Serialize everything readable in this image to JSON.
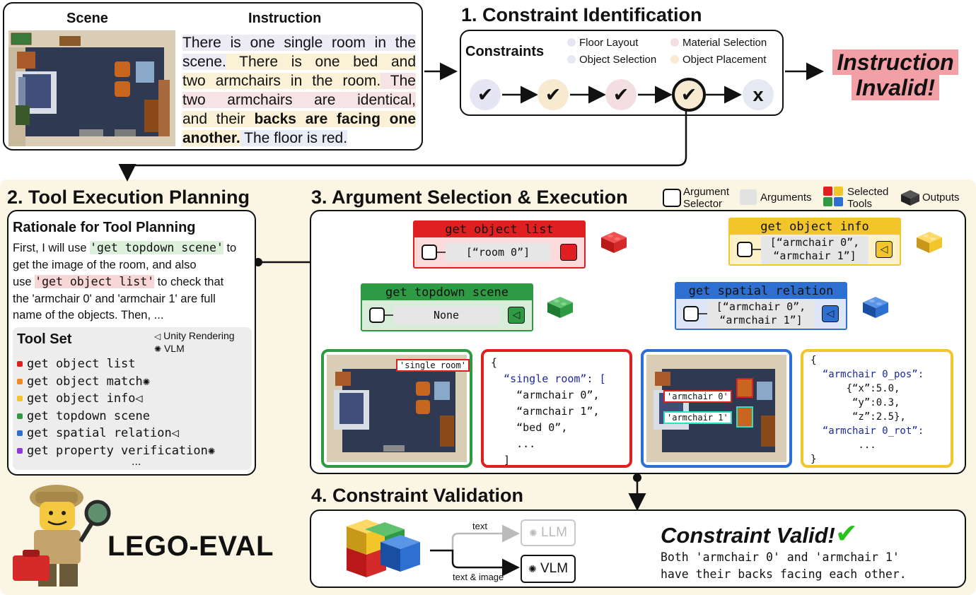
{
  "top": {
    "scene_label": "Scene",
    "instruction_label": "Instruction",
    "instruction_lines": [
      {
        "text": "There is one single room in the",
        "hl": "purple"
      },
      {
        "pre": "scene.",
        "text": " There is one bed and",
        "hl": "yellow",
        "pre_hl": "purple"
      },
      {
        "text": "two armchairs in the room.",
        "post": " The",
        "hl": "yellow",
        "post_hl": "pink"
      },
      {
        "text": "two armchairs are identical,",
        "hl": "pink"
      },
      {
        "text": "and their ",
        "bold": "backs are facing one",
        "hl": "yellow"
      },
      {
        "bold": "another.",
        "text": " The floor is red.",
        "hl": "yellow",
        "text_hl": "blue"
      }
    ]
  },
  "section1": {
    "title": "1. Constraint Identification",
    "constraints_label": "Constraints",
    "legend": [
      "Floor Layout",
      "Material Selection",
      "Object Selection",
      "Object Placement"
    ],
    "checks": [
      "✔",
      "✔",
      "✔",
      "✔",
      "x"
    ],
    "result_line1": "Instruction",
    "result_line2": "Invalid!"
  },
  "section2": {
    "title": "2. Tool Execution Planning",
    "rationale_title": "Rationale for Tool Planning",
    "rationale_lines": [
      {
        "a": "First, I will use ",
        "code": "'get topdown scene'",
        "b": " to"
      },
      {
        "a": "get the image of the room, and also"
      },
      {
        "a": "use ",
        "code": "'get object list'",
        "b": " to check that"
      },
      {
        "a": "the 'armchair 0' and 'armchair 1' are full"
      },
      {
        "a": "name of the objects. Then, ..."
      }
    ],
    "toolset_title": "Tool Set",
    "unity_label": "Unity Rendering",
    "vlm_label": "VLM",
    "tools": [
      {
        "name": "get object list",
        "color": "#e02020"
      },
      {
        "name": "get object match",
        "color": "#f08a24"
      },
      {
        "name": "get object info",
        "color": "#f2c52a"
      },
      {
        "name": "get topdown scene",
        "color": "#2f9a44"
      },
      {
        "name": "get spatial relation",
        "color": "#2e6fd2"
      },
      {
        "name": "get property verification",
        "color": "#8a3bd6"
      }
    ],
    "more": "...",
    "logo": "LEGO-EVAL"
  },
  "section3": {
    "title": "3. Argument Selection & Execution",
    "legend_argsel_1": "Argument",
    "legend_argsel_2": "Selector",
    "legend_args": "Arguments",
    "legend_tools_1": "Selected",
    "legend_tools_2": "Tools",
    "legend_outputs": "Outputs",
    "card_list": {
      "title": "get object list",
      "arg": "[“room 0”]"
    },
    "card_topdown": {
      "title": "get topdown scene",
      "arg": "None"
    },
    "card_info": {
      "title": "get object info",
      "arg1": "[“armchair 0”,",
      "arg2": "“armchair 1”]"
    },
    "card_spatial": {
      "title": "get spatial relation",
      "arg1": "[“armchair 0”,",
      "arg2": "“armchair 1”]"
    },
    "scene_tag": "'single room'",
    "chair_tag_0": "'armchair 0'",
    "chair_tag_1": "'armchair 1'",
    "json_red": [
      "{",
      "  “single room”: [",
      "    “armchair 0”,",
      "    “armchair 1”,",
      "    “bed 0”,",
      "    ...",
      "  ]",
      "}"
    ],
    "json_yellow": [
      "{",
      "  “armchair 0_pos”:",
      "      {“x”:5.0,",
      "       “y”:0.3,",
      "       “z”:2.5},",
      "  “armchair 0_rot”:",
      "        ...",
      "}"
    ]
  },
  "section4": {
    "title": "4. Constraint Validation",
    "text_label": "text",
    "text_image_label": "text & image",
    "llm": "LLM",
    "vlm": "VLM",
    "valid": "Constraint Valid!",
    "valid_mark": "✔",
    "explanation_1": "Both 'armchair 0' and 'armchair 1'",
    "explanation_2": "have their backs facing each other."
  },
  "colors": {
    "red": "#e02020",
    "yellow": "#f2c52a",
    "green": "#2f9a44",
    "blue": "#2e6fd2",
    "cream": "#fbf6e4",
    "check_green": "#28c11d",
    "invalid_pink": "#f2a0a6"
  }
}
